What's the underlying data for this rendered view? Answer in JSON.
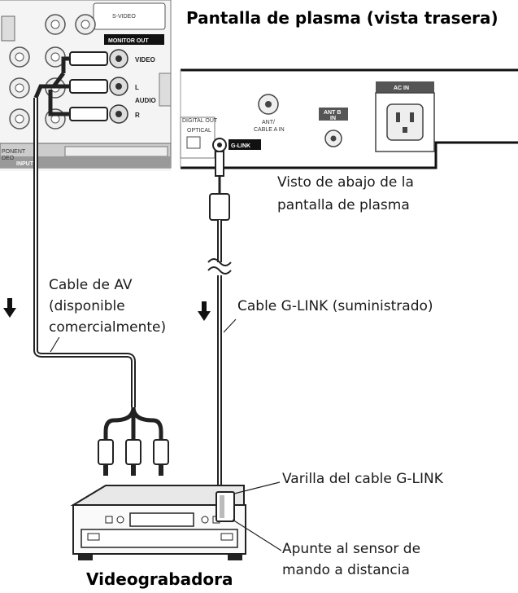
{
  "title_panel": "Pantalla de plasma (vista trasera)",
  "title_vcr": "Videograbadora",
  "labels": {
    "view_from_below_1": "Visto de abajo de la",
    "view_from_below_2": "pantalla de plasma",
    "av_cable_1": "Cable de AV",
    "av_cable_2": "(disponible",
    "av_cable_3": "comercialmente)",
    "glink_cable": "Cable G-LINK (suministrado)",
    "glink_rod": "Varilla del cable G-LINK",
    "point_sensor_1": "Apunte al sensor de",
    "point_sensor_2": "mando a distancia"
  },
  "panel_text": {
    "s_video": "S-VIDEO",
    "monitor_out": "MONITOR OUT",
    "video": "VIDEO",
    "l": "L",
    "audio": "AUDIO",
    "r": "R",
    "input2": "INPUT 2",
    "digital_out": "DIGITAL OUT",
    "optical": "OPTICAL",
    "g_link": "G-LINK",
    "ant_cable_a_in_1": "ANT/",
    "ant_cable_a_in_2": "CABLE A IN",
    "ant_b_1": "ANT B",
    "ant_b_2": "IN",
    "ac_in": "AC IN",
    "ponent": "PONENT",
    "deo": "DEO"
  }
}
